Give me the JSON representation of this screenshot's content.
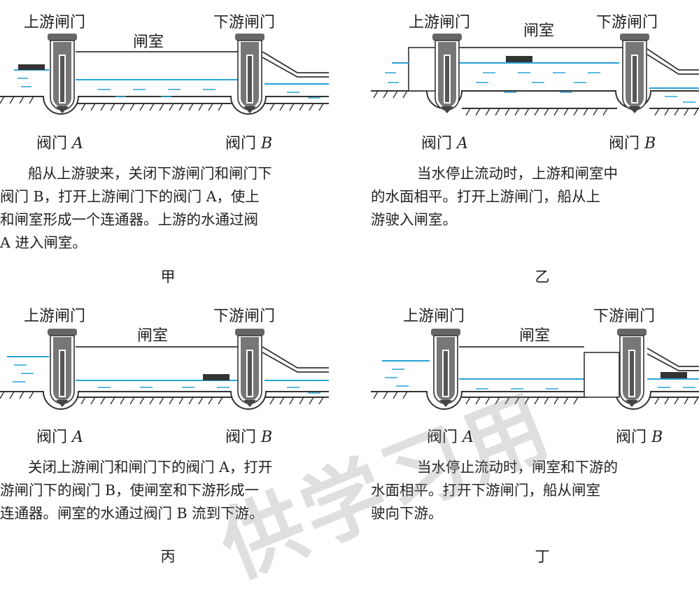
{
  "labels": {
    "upstream_gate": "上游闸门",
    "downstream_gate": "下游闸门",
    "lock_chamber": "闸室",
    "valve_a_prefix": "阀门",
    "valve_a_letter": "A",
    "valve_b_prefix": "阀门",
    "valve_b_letter": "B"
  },
  "panels": [
    {
      "caption": "甲",
      "lines": [
        "船从上游驶来，关闭下游闸门和闸门下",
        "阀门 B，打开上游闸门下的阀门 A，使上",
        "和闸室形成一个连通器。上游的水通过阀",
        "A 进入闸室。"
      ]
    },
    {
      "caption": "乙",
      "lines": [
        "当水停止流动时，上游和闸室中",
        "的水面相平。打开上游闸门，船从上",
        "游驶入闸室。"
      ]
    },
    {
      "caption": "丙",
      "lines": [
        "关闭上游闸门和闸门下的阀门 A，打开",
        "游闸门下的阀门 B，使闸室和下游形成一",
        "连通器。闸室的水通过阀门 B 流到下游。"
      ]
    },
    {
      "caption": "丁",
      "lines": [
        "当水停止流动时，闸室和下游的",
        "水面相平。打开下游闸门，船从闸室",
        "驶向下游。"
      ]
    }
  ],
  "watermark": "供学习用",
  "colors": {
    "water": "#29a3d6",
    "gate": "#666666",
    "outline": "#333333"
  }
}
